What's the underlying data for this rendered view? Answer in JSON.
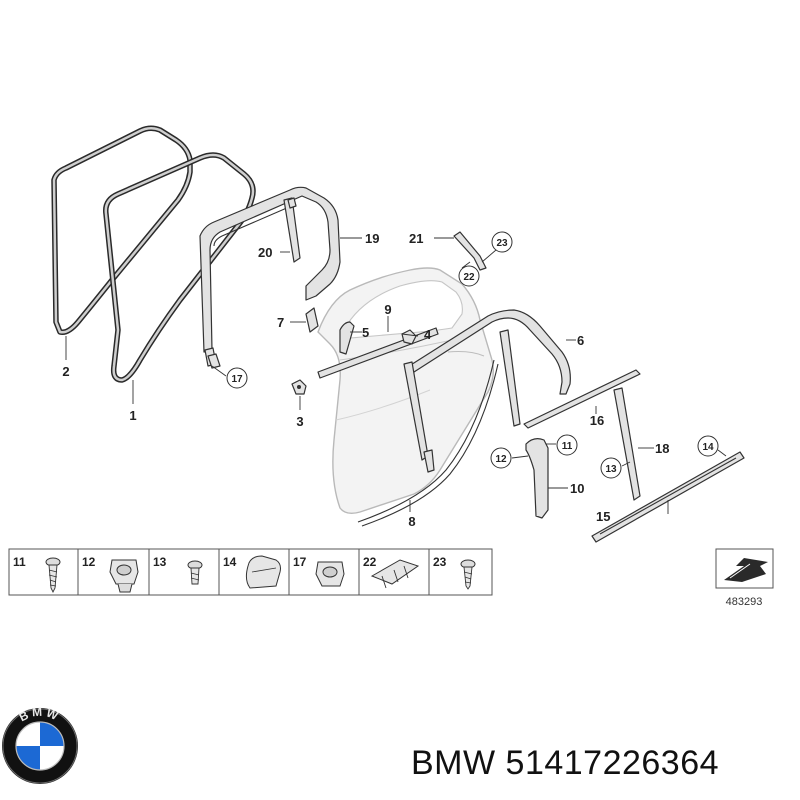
{
  "callouts": {
    "c1": "1",
    "c2": "2",
    "c3": "3",
    "c4": "4",
    "c5": "5",
    "c6": "6",
    "c7": "7",
    "c8": "8",
    "c9": "9",
    "c10": "10",
    "c11": "11",
    "c12": "12",
    "c13": "13",
    "c14": "14",
    "c15": "15",
    "c16": "16",
    "c17": "17",
    "c18": "18",
    "c19": "19",
    "c20": "20",
    "c21": "21",
    "c22": "22",
    "c23": "23"
  },
  "legend": {
    "cells": [
      {
        "number": "11",
        "icon": "screw-icon"
      },
      {
        "number": "12",
        "icon": "clip-nut-icon"
      },
      {
        "number": "13",
        "icon": "screw-short-icon"
      },
      {
        "number": "14",
        "icon": "end-cap-icon"
      },
      {
        "number": "17",
        "icon": "clip-nut-icon"
      },
      {
        "number": "22",
        "icon": "bracket-clip-icon"
      },
      {
        "number": "23",
        "icon": "screw-icon"
      }
    ]
  },
  "reference_number": "483293",
  "caption": "BMW 51417226364",
  "logo_text": "BMW",
  "colors": {
    "line": "#333333",
    "part_fill": "#e3e3e3",
    "logo_blue": "#1c69d4",
    "logo_ring": "#111111"
  }
}
